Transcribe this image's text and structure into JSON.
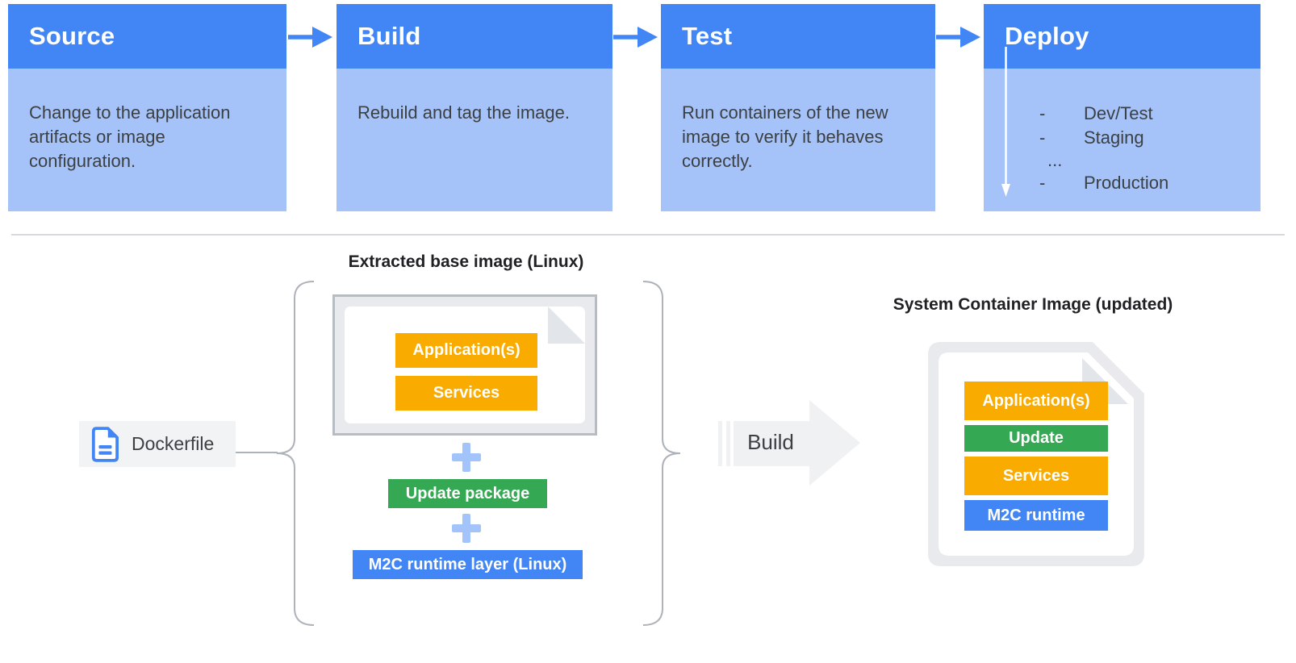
{
  "pipeline": {
    "stages": [
      {
        "title": "Source",
        "description": "Change to the application artifacts or image configuration."
      },
      {
        "title": "Build",
        "description": "Rebuild and tag the image."
      },
      {
        "title": "Test",
        "description": "Run containers of the new image to verify it behaves correctly."
      },
      {
        "title": "Deploy",
        "environments": [
          {
            "bullet": "-",
            "label": "Dev/Test"
          },
          {
            "bullet": "-",
            "label": "Staging"
          },
          {
            "bullet": "",
            "label": "..."
          },
          {
            "bullet": "-",
            "label": "Production"
          }
        ]
      }
    ]
  },
  "build_flow": {
    "dockerfile_label": "Dockerfile",
    "base_image_title": "Extracted base image (Linux)",
    "base_image_layers": [
      "Application(s)",
      "Services"
    ],
    "plus_sign": "+",
    "update_package_label": "Update package",
    "runtime_layer_label": "M2C runtime layer (Linux)",
    "build_arrow_label": "Build",
    "container_image_title": "System Container Image (updated)",
    "container_image_layers": [
      "Application(s)",
      "Update",
      "Services",
      "M2C runtime"
    ]
  },
  "colors": {
    "stage_header_blue": "#4285F4",
    "stage_body_blue": "#A5C3F9",
    "layer_yellow": "#F9AB00",
    "layer_green": "#34A853",
    "layer_blue": "#4285F4",
    "document_gray": "#E8EAED",
    "plus_blue": "#A3C4FA",
    "text_dark": "#3C4043"
  }
}
